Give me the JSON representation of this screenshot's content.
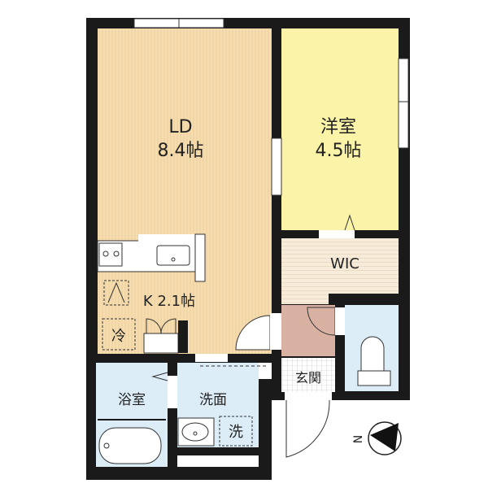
{
  "floorplan": {
    "rooms": {
      "ld": {
        "name": "LD",
        "size": "8.4帖"
      },
      "western": {
        "name": "洋室",
        "size": "4.5帖"
      },
      "wic": {
        "name": "WIC"
      },
      "kitchen": {
        "name": "K 2.1帖"
      },
      "bath": {
        "name": "浴室"
      },
      "washroom": {
        "name": "洗面"
      },
      "entrance": {
        "name": "玄関"
      }
    },
    "fixtures": {
      "fridge": "冷",
      "washer": "洗"
    },
    "compass": {
      "label": "N"
    },
    "colors": {
      "ld": "#f6ddb0",
      "western": "#fbf4a8",
      "wic": "#f7ebd9",
      "wet": "#dcedf8",
      "hall": "#d8b1a2",
      "wall": "#1a1a1a"
    }
  }
}
